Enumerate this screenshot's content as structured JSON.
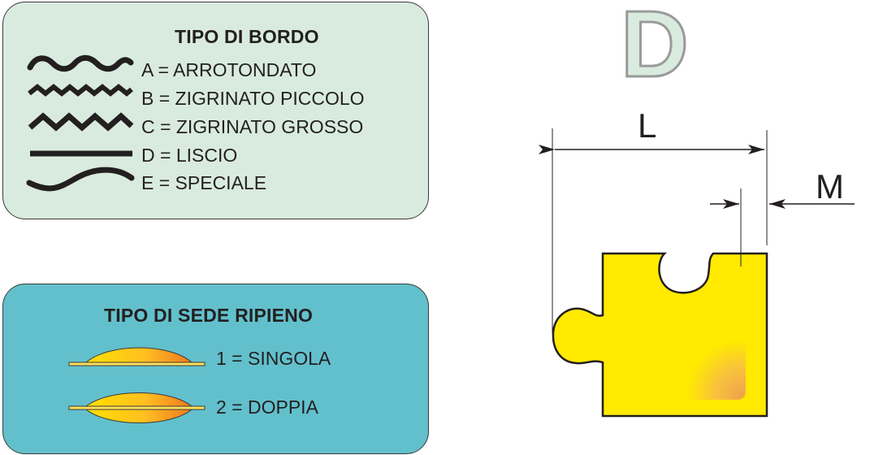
{
  "bordo": {
    "title": "TIPO DI BORDO",
    "items": [
      {
        "icon": "rounded-wave-icon",
        "label": "A = ARROTONDATO"
      },
      {
        "icon": "small-zigzag-icon",
        "label": "B = ZIGRINATO PICCOLO"
      },
      {
        "icon": "large-zigzag-icon",
        "label": "C = ZIGRINATO GROSSO"
      },
      {
        "icon": "straight-line-icon",
        "label": "D = LISCIO"
      },
      {
        "icon": "special-curve-icon",
        "label": "E = SPECIALE"
      }
    ]
  },
  "sede": {
    "title": "TIPO DI SEDE RIPIENO",
    "items": [
      {
        "icon": "single-pocket-icon",
        "label": "1 = SINGOLA"
      },
      {
        "icon": "double-pocket-icon",
        "label": "2 = DOPPIA"
      }
    ]
  },
  "diagram": {
    "letter": "D",
    "length_label": "L",
    "margin_label": "M"
  },
  "colors": {
    "bordo_panel": "#d9ebde",
    "sede_panel": "#62c0cc",
    "piece_yellow": "#ffea00",
    "piece_orange": "#f0a050"
  }
}
